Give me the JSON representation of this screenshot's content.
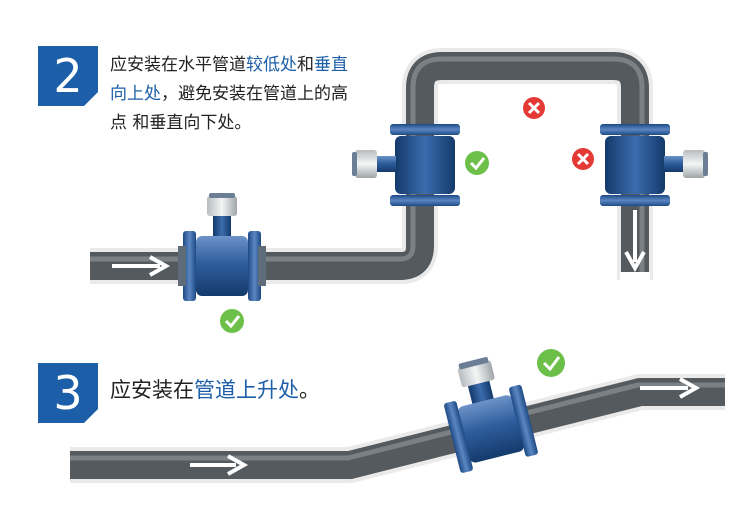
{
  "step2": {
    "number": "2",
    "text_segments": [
      {
        "text": "应安装在水平管道",
        "highlight": false
      },
      {
        "text": "较低处",
        "highlight": true
      },
      {
        "text": "和",
        "highlight": false
      },
      {
        "text": "垂直",
        "highlight": true
      },
      {
        "text": "向上处",
        "highlight": true
      },
      {
        "text": "，避免安装在管道上的高",
        "highlight": false
      },
      {
        "text": "点 和垂直向下处。",
        "highlight": false
      }
    ]
  },
  "step3": {
    "number": "3",
    "text_segments": [
      {
        "text": "应安装在",
        "highlight": false
      },
      {
        "text": "管道上升处",
        "highlight": true
      },
      {
        "text": "。",
        "highlight": false
      }
    ]
  },
  "colors": {
    "accent_blue": "#1c5fa8",
    "pipe_gray": "#555a5e",
    "ok_green": "#6cc04a",
    "bad_red": "#e53935"
  },
  "marks": {
    "ok": "check-icon",
    "bad": "cross-icon",
    "flow": "arrow-right-icon"
  }
}
